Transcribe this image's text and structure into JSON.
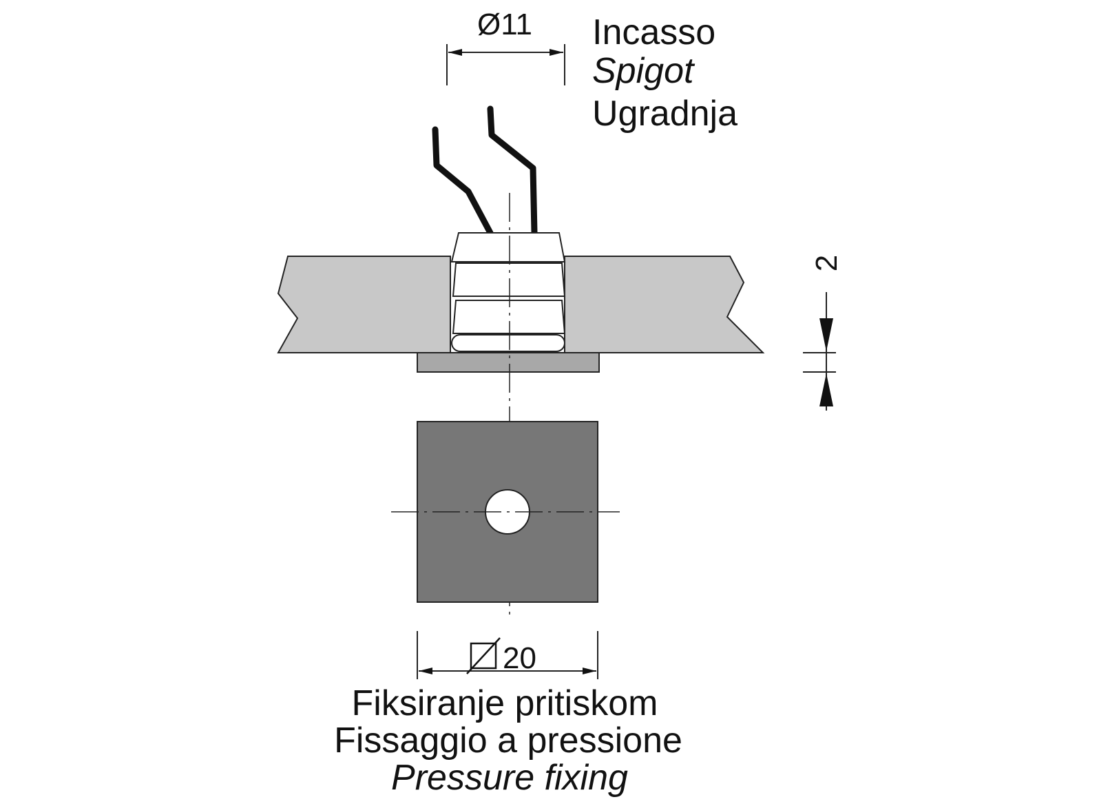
{
  "dimensions": {
    "spigot_diameter": "Ø11",
    "thickness": "2",
    "square_side": "20"
  },
  "labels": {
    "spigot": {
      "italian": "Incasso",
      "english": "Spigot",
      "croatian": "Ugradnja"
    },
    "pressure_fixing": {
      "croatian": "Fiksiranje pritiskom",
      "italian": "Fissaggio a pressione",
      "english": "Pressure fixing"
    }
  },
  "colors": {
    "panel": "#c8c8c8",
    "plate": "#a8a8a8",
    "square": "#777777",
    "outline": "#222222",
    "wire": "#111111"
  }
}
